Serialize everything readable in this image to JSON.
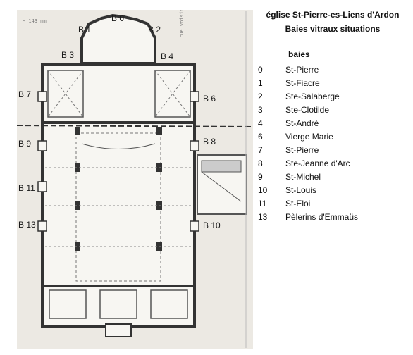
{
  "document": {
    "title_line_1": "église St-Pierre-es-Liens d'Ardon",
    "title_line_2": "Baies vitraux situations"
  },
  "plan": {
    "bay_labels": {
      "b0": "B 0",
      "b1": "B 1",
      "b2": "B 2",
      "b3": "B 3",
      "b4": "B 4",
      "b6": "B 6",
      "b7": "B 7",
      "b8": "B 8",
      "b9": "B 9",
      "b10": "B 10",
      "b11": "B 11",
      "b13": "B 13"
    },
    "scan_note": "~ 143 mm",
    "side_note": "rue voisine"
  },
  "legend": {
    "heading": "baies",
    "rows": [
      {
        "num": "0",
        "name": "St-Pierre"
      },
      {
        "num": "1",
        "name": "St-Fiacre"
      },
      {
        "num": "2",
        "name": "Ste-Salaberge"
      },
      {
        "num": "3",
        "name": "Ste-Clotilde"
      },
      {
        "num": "4",
        "name": "St-André"
      },
      {
        "num": "6",
        "name": "Vierge Marie"
      },
      {
        "num": "7",
        "name": "St-Pierre"
      },
      {
        "num": "8",
        "name": "Ste-Jeanne d'Arc"
      },
      {
        "num": "9",
        "name": "St-Michel"
      },
      {
        "num": "10",
        "name": "St-Louis"
      },
      {
        "num": "11",
        "name": "St-Eloi"
      },
      {
        "num": "13",
        "name": "Pèlerins d'Emmaüs"
      }
    ]
  }
}
